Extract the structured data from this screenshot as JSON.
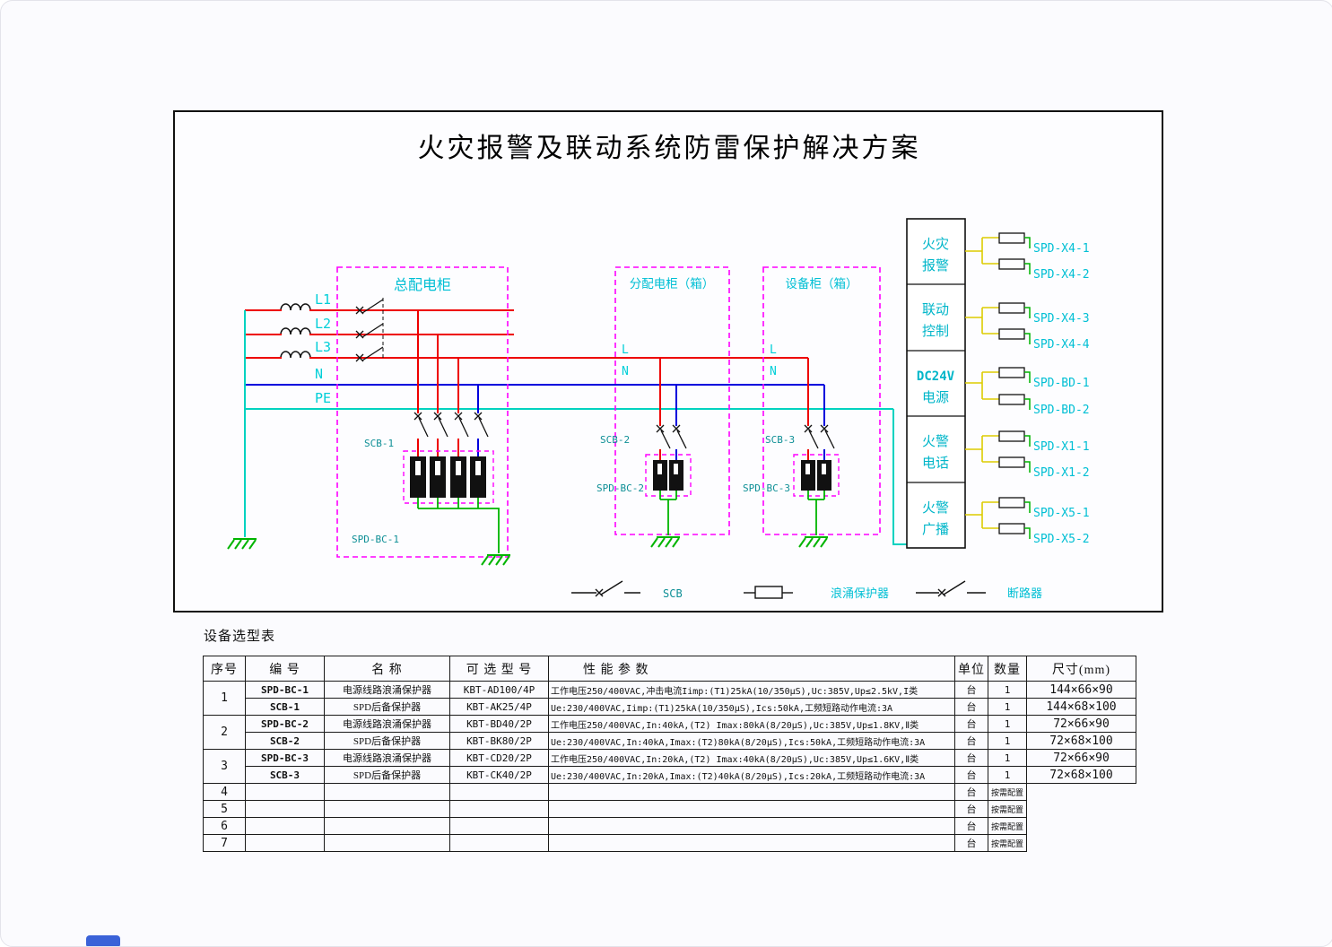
{
  "colors": {
    "phase_line": "#ee0000",
    "neutral_line": "#0000dd",
    "pe_line": "#00d2c0",
    "earth_wire": "#00b400",
    "signal_wire": "#ddcc00",
    "cabinet_box": "#ff00ff",
    "label_cyan": "#00b6c9"
  },
  "diagram": {
    "title": "火灾报警及联动系统防雷保护解决方案",
    "phases": [
      "L1",
      "L2",
      "L3",
      "N",
      "PE"
    ],
    "cabinets": {
      "main": "总配电柜",
      "dist": "分配电柜（箱）",
      "equip": "设备柜（箱）"
    },
    "feed": {
      "l": "L",
      "n": "N"
    },
    "breakers": [
      "SCB-1",
      "SCB-2",
      "SCB-3"
    ],
    "spds": [
      "SPD-BC-1",
      "SPD-BC-2",
      "SPD-BC-3"
    ],
    "panel": [
      {
        "l1": "火灾",
        "l2": "报警"
      },
      {
        "l1": "联动",
        "l2": "控制"
      },
      {
        "l1": "DC24V",
        "l2": "电源"
      },
      {
        "l1": "火警",
        "l2": "电话"
      },
      {
        "l1": "火警",
        "l2": "广播"
      }
    ],
    "outputs": [
      "SPD-X4-1",
      "SPD-X4-2",
      "SPD-X4-3",
      "SPD-X4-4",
      "SPD-BD-1",
      "SPD-BD-2",
      "SPD-X1-1",
      "SPD-X1-2",
      "SPD-X5-1",
      "SPD-X5-2"
    ],
    "legend": [
      "SCB",
      "浪涌保护器",
      "断路器"
    ]
  },
  "table": {
    "caption": "设备选型表",
    "headers": [
      "序号",
      "编  号",
      "名    称",
      "可 选 型 号",
      "性 能 参 数",
      "单位",
      "数量",
      "尺寸(mm)"
    ],
    "groups": [
      {
        "no": "1",
        "rows": [
          {
            "code": "SPD-BC-1",
            "name": "电源线路浪涌保护器",
            "model": "KBT-AD100/4P",
            "params": "工作电压250/400VAC,冲击电流Iimp:(T1)25kA(10/350μS),Uc:385V,Up≤2.5kV,I类",
            "unit": "台",
            "qty": "1",
            "size": "144×66×90"
          },
          {
            "code": "SCB-1",
            "name": "SPD后备保护器",
            "model": "KBT-AK25/4P",
            "params": "Ue:230/400VAC,Iimp:(T1)25kA(10/350μS),Ics:50kA,工频短路动作电流:3A",
            "unit": "台",
            "qty": "1",
            "size": "144×68×100"
          }
        ]
      },
      {
        "no": "2",
        "rows": [
          {
            "code": "SPD-BC-2",
            "name": "电源线路浪涌保护器",
            "model": "KBT-BD40/2P",
            "params": "工作电压250/400VAC,In:40kA,(T2) Imax:80kA(8/20μS),Uc:385V,Up≤1.8KV,Ⅱ类",
            "unit": "台",
            "qty": "1",
            "size": "72×66×90"
          },
          {
            "code": "SCB-2",
            "name": "SPD后备保护器",
            "model": "KBT-BK80/2P",
            "params": "Ue:230/400VAC,In:40kA,Imax:(T2)80kA(8/20μS),Ics:50kA,工频短路动作电流:3A",
            "unit": "台",
            "qty": "1",
            "size": "72×68×100"
          }
        ]
      },
      {
        "no": "3",
        "rows": [
          {
            "code": "SPD-BC-3",
            "name": "电源线路浪涌保护器",
            "model": "KBT-CD20/2P",
            "params": "工作电压250/400VAC,In:20kA,(T2) Imax:40kA(8/20μS),Uc:385V,Up≤1.6KV,Ⅱ类",
            "unit": "台",
            "qty": "1",
            "size": "72×66×90"
          },
          {
            "code": "SCB-3",
            "name": "SPD后备保护器",
            "model": "KBT-CK40/2P",
            "params": "Ue:230/400VAC,In:20kA,Imax:(T2)40kA(8/20μS),Ics:20kA,工频短路动作电流:3A",
            "unit": "台",
            "qty": "1",
            "size": "72×68×100"
          }
        ]
      }
    ],
    "singles": [
      {
        "no": "4",
        "unit": "台",
        "note": "按需配置"
      },
      {
        "no": "5",
        "unit": "台",
        "note": "按需配置"
      },
      {
        "no": "6",
        "unit": "台",
        "note": "按需配置"
      },
      {
        "no": "7",
        "unit": "台",
        "note": "按需配置"
      }
    ]
  }
}
